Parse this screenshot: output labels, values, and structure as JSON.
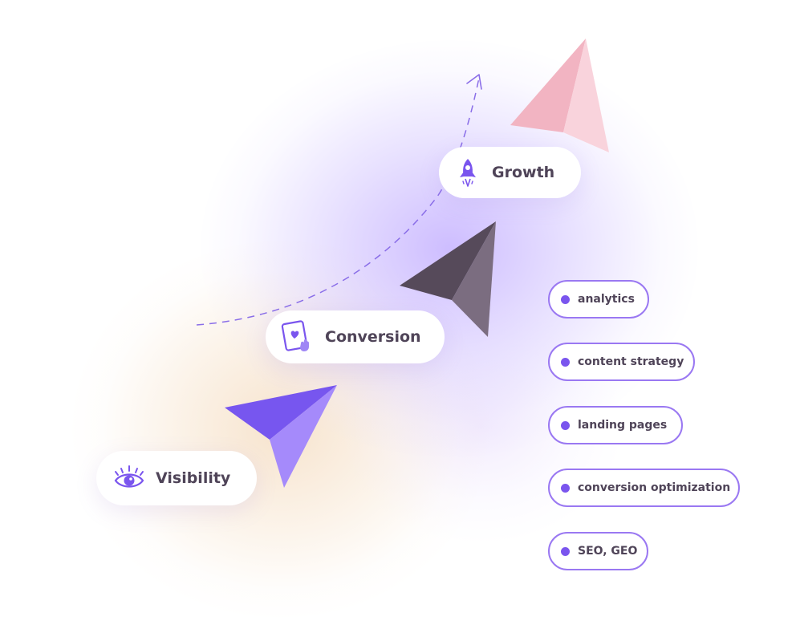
{
  "stages": [
    {
      "label": "Visibility",
      "icon": "eye-icon"
    },
    {
      "label": "Conversion",
      "icon": "tablet-heart-icon"
    },
    {
      "label": "Growth",
      "icon": "rocket-icon"
    }
  ],
  "tags": [
    {
      "label": "analytics"
    },
    {
      "label": "content strategy"
    },
    {
      "label": "landing pages"
    },
    {
      "label": "conversion optimization"
    },
    {
      "label": "SEO, GEO"
    }
  ],
  "colors": {
    "accent_purple": "#7a55ee",
    "tag_border": "#9a78f2",
    "text_dark": "#4f4458",
    "plane_visibility_dark": "#7756ef",
    "plane_visibility_light": "#a58afb",
    "plane_conversion_dark": "#564a5a",
    "plane_conversion_light": "#7b6d80",
    "plane_growth_dark": "#f2b4c2",
    "plane_growth_light": "#f9d3dc"
  }
}
